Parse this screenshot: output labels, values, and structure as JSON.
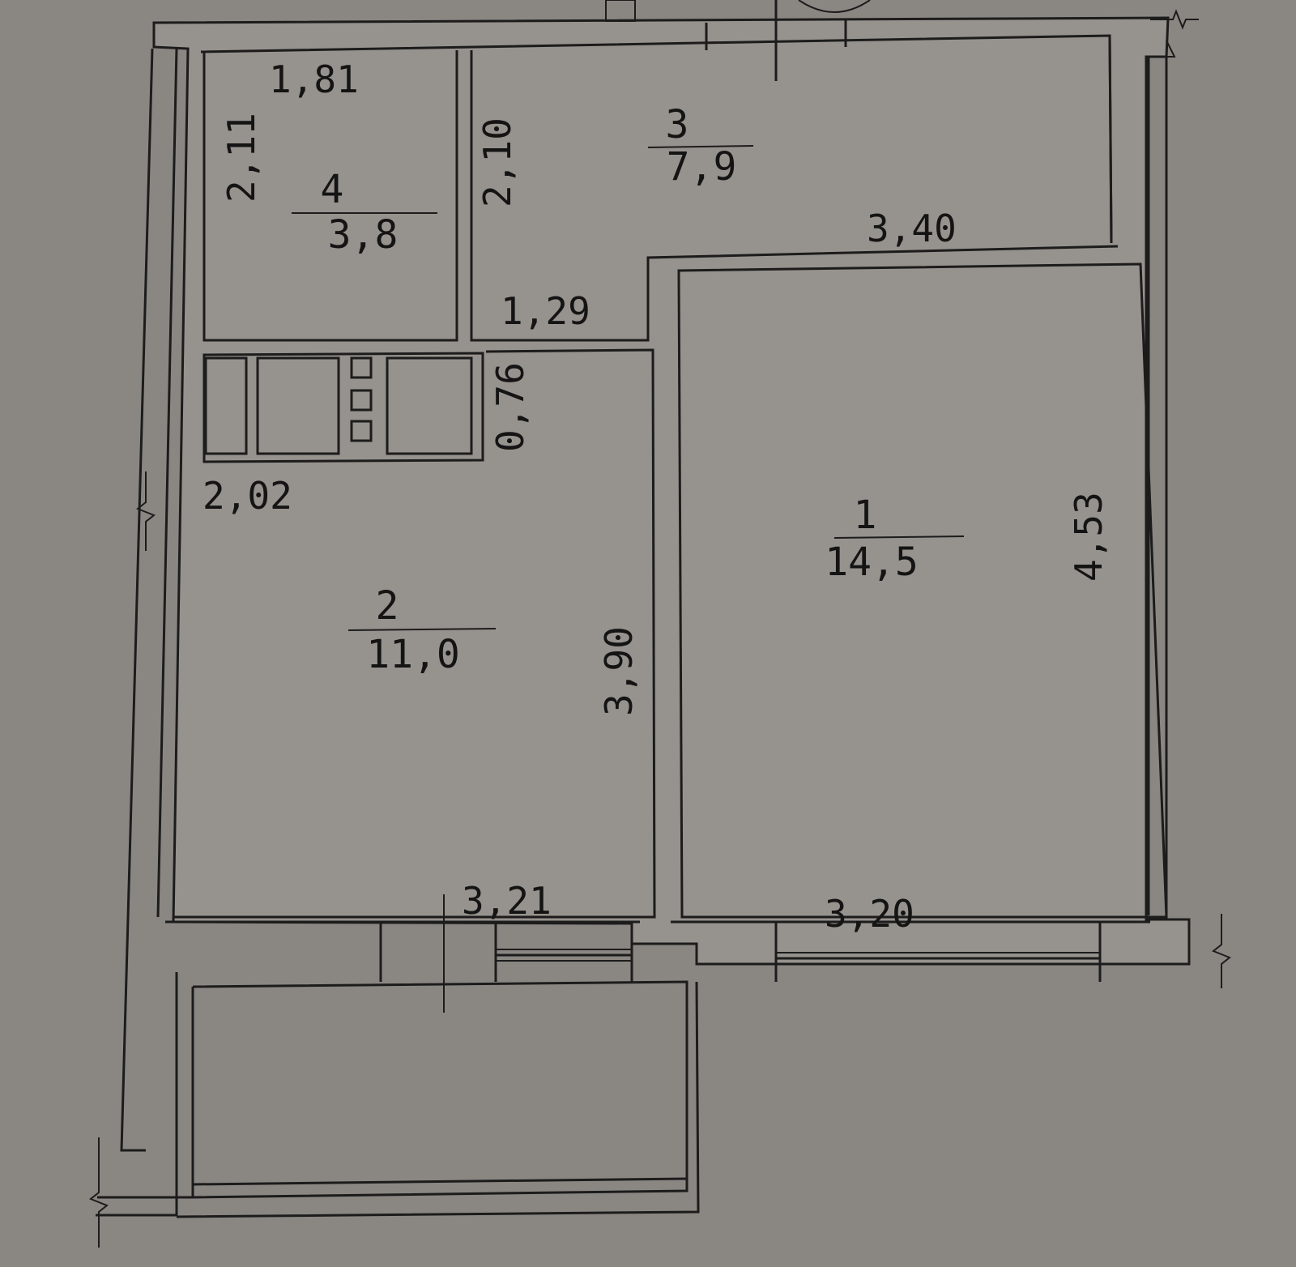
{
  "colors": {
    "paper": "#8a8783",
    "wall_fill": "#96928d",
    "ink": "#1c1c1c"
  },
  "rooms": [
    {
      "id": "1",
      "number": "1",
      "area": "14,5"
    },
    {
      "id": "2",
      "number": "2",
      "area": "11,0"
    },
    {
      "id": "3",
      "number": "3",
      "area": "7,9"
    },
    {
      "id": "4",
      "number": "4",
      "area": "3,8"
    }
  ],
  "dimensions": {
    "bath_width": "1,81",
    "bath_height": "2,11",
    "hall_left": "2,10",
    "room1_top": "3,40",
    "hall_passage": "1,29",
    "kitchen_niche": "0,76",
    "kitchen_left": "2,02",
    "kitchen_height": "3,90",
    "room1_height": "4,53",
    "kitchen_bottom": "3,21",
    "room1_bottom": "3,20"
  }
}
